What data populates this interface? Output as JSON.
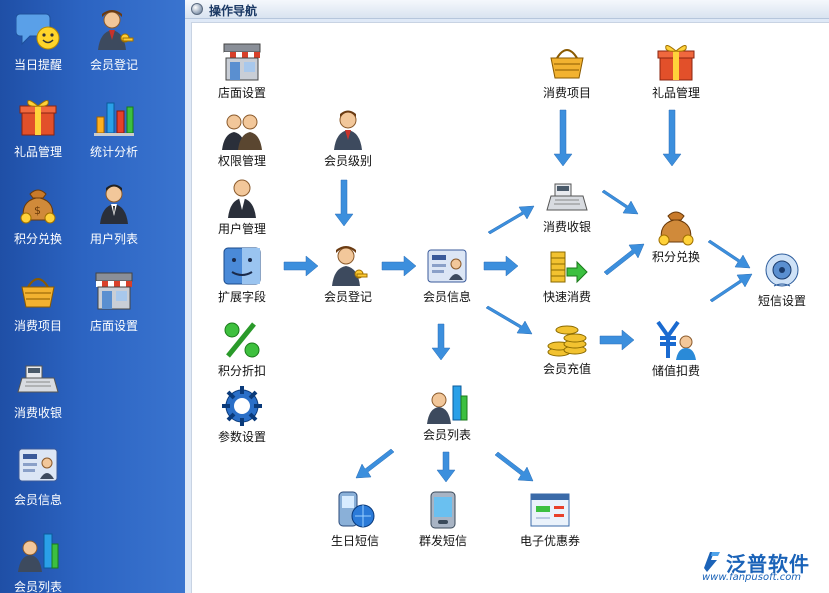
{
  "sidebar": {
    "items": [
      {
        "label": "当日提醒",
        "icon": "reminder-smiley-icon"
      },
      {
        "label": "会员登记",
        "icon": "member-register-icon"
      },
      {
        "label": "礼品管理",
        "icon": "gift-icon"
      },
      {
        "label": "统计分析",
        "icon": "bar-chart-icon"
      },
      {
        "label": "积分兑换",
        "icon": "money-bag-icon"
      },
      {
        "label": "用户列表",
        "icon": "user-list-icon"
      },
      {
        "label": "消费项目",
        "icon": "shopping-basket-icon"
      },
      {
        "label": "店面设置",
        "icon": "storefront-icon"
      },
      {
        "label": "消费收银",
        "icon": "cash-register-icon"
      },
      {
        "label": "会员信息",
        "icon": "member-card-icon"
      },
      {
        "label": "会员列表",
        "icon": "member-list-icon"
      }
    ]
  },
  "header": {
    "title": "操作导航"
  },
  "flow": {
    "store_settings": "店面设置",
    "permission_mgmt": "权限管理",
    "user_mgmt": "用户管理",
    "extend_fields": "扩展字段",
    "points_discount": "积分折扣",
    "param_settings": "参数设置",
    "member_level": "会员级别",
    "member_register": "会员登记",
    "member_info": "会员信息",
    "member_list": "会员列表",
    "consume_items": "消费项目",
    "consume_cashier": "消费收银",
    "quick_consume": "快速消费",
    "member_recharge": "会员充值",
    "gift_mgmt": "礼品管理",
    "points_exchange": "积分兑换",
    "stored_value_deduct": "储值扣费",
    "sms_settings": "短信设置",
    "birthday_sms": "生日短信",
    "group_sms": "群发短信",
    "e_coupon": "电子优惠券"
  },
  "logo": {
    "brand": "泛普软件",
    "url": "www.fanpusoft.com"
  },
  "colors": {
    "sidebar": "#2c64c2",
    "arrow": "#3c8fdd",
    "brand": "#1b63b8"
  }
}
